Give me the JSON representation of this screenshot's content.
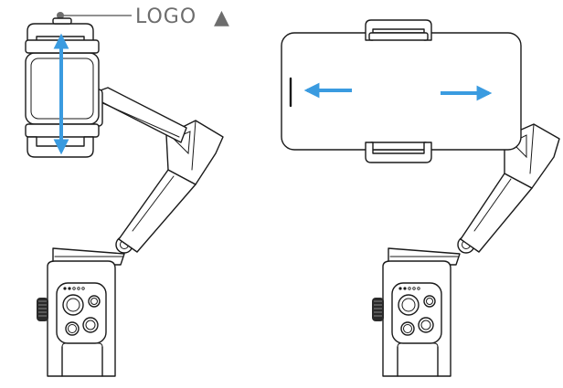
{
  "callout": {
    "text": "LOGO",
    "symbol": "▲"
  },
  "colors": {
    "arrow": "#3a9be0",
    "line": "#1a1a1a",
    "label": "#6d6d6d"
  },
  "panels": [
    {
      "name": "portrait-mode",
      "orientation": "portrait"
    },
    {
      "name": "landscape-mode",
      "orientation": "landscape"
    }
  ]
}
